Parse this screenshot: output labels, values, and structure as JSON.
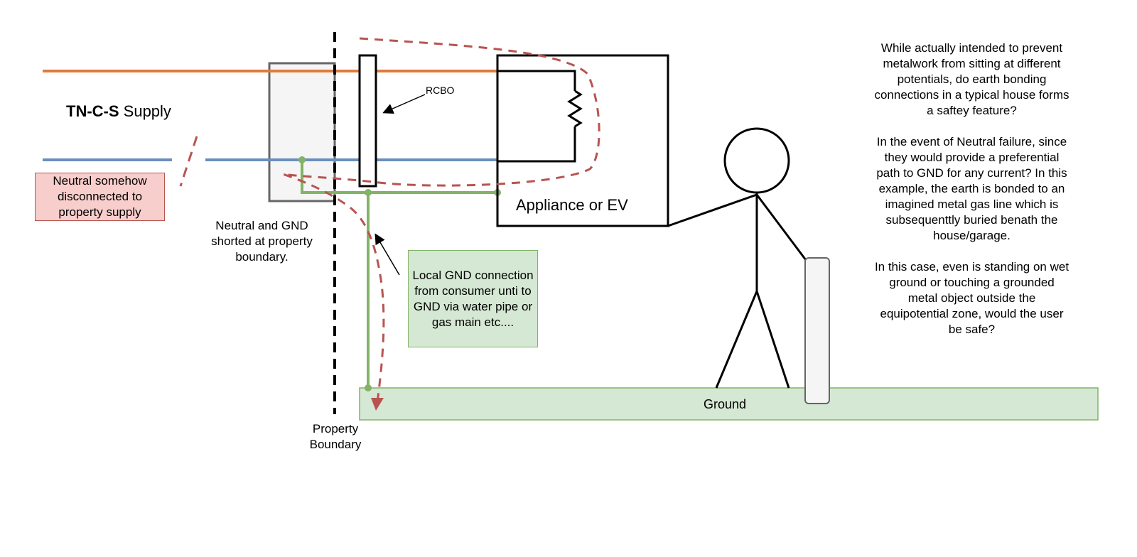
{
  "title": {
    "bold": "TN-C-S",
    "rest": " Supply"
  },
  "labels": {
    "rcbo": "RCBO",
    "appliance": "Appliance or EV",
    "ground": "Ground",
    "property_boundary": "Property Boundary",
    "neutral_shorted": "Neutral and GND shorted at property boundary.",
    "neutral_disconnected": "Neutral somehow disconnected to property supply",
    "local_gnd": "Local GND connection from consumer unti to GND via water pipe or gas main etc...."
  },
  "note": {
    "p1": "While actually intended to prevent metalwork from sitting at different potentials, do earth bonding connections in a typical house forms a saftey feature?",
    "p2": "In the event of Neutral failure, since they would provide a preferential path to GND for any current? In this example, the earth is bonded to an imagined metal gas line which is subsequenttly buried benath the house/garage.",
    "p3": "In this case, even is standing on wet ground or touching a grounded metal object outside the equipotential zone, would the user be safe?"
  },
  "colors": {
    "live": "#e07b39",
    "neutral": "#6c8ebf",
    "earth": "#82b366",
    "fault_path": "#b85450",
    "ground_fill": "#d5e8d4",
    "warning_fill": "#f8cecc"
  },
  "icons": [
    "resistor-icon",
    "stick-figure-icon",
    "arrow-icon"
  ]
}
